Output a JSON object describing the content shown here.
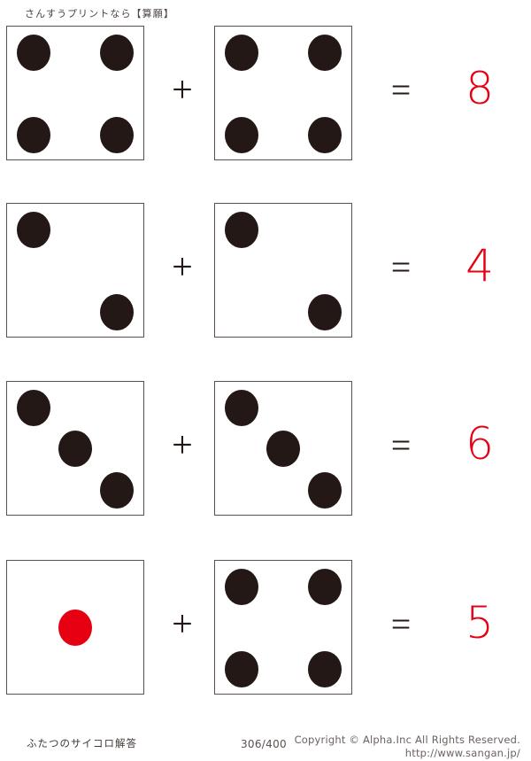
{
  "header": {
    "title": "さんすうプリントなら【算願】"
  },
  "worksheet": {
    "rows": [
      {
        "die_left": {
          "value": 4,
          "pips": [
            "tl",
            "tr",
            "bl",
            "br"
          ],
          "pip_color": "#231815"
        },
        "operator": "+",
        "die_right": {
          "value": 4,
          "pips": [
            "tl",
            "tr",
            "bl",
            "br"
          ],
          "pip_color": "#231815"
        },
        "equals": "=",
        "answer": "8"
      },
      {
        "die_left": {
          "value": 2,
          "pips": [
            "tl",
            "br"
          ],
          "pip_color": "#231815"
        },
        "operator": "+",
        "die_right": {
          "value": 2,
          "pips": [
            "tl",
            "br"
          ],
          "pip_color": "#231815"
        },
        "equals": "=",
        "answer": "4"
      },
      {
        "die_left": {
          "value": 3,
          "pips": [
            "tl",
            "c",
            "br"
          ],
          "pip_color": "#231815"
        },
        "operator": "+",
        "die_right": {
          "value": 3,
          "pips": [
            "tl",
            "c",
            "br"
          ],
          "pip_color": "#231815"
        },
        "equals": "=",
        "answer": "6"
      },
      {
        "die_left": {
          "value": 1,
          "pips": [
            "c"
          ],
          "pip_color": "#e60012"
        },
        "operator": "+",
        "die_right": {
          "value": 4,
          "pips": [
            "tl",
            "tr",
            "bl",
            "br"
          ],
          "pip_color": "#231815"
        },
        "equals": "=",
        "answer": "5"
      }
    ],
    "row_tops": [
      29,
      229,
      430,
      632
    ]
  },
  "footer": {
    "title": "ふたつのサイコロ解答",
    "page_number": "306/400",
    "copyright": "Copyright ©  Alpha.Inc All Rights Reserved.",
    "url": "http://www.sangan.jp/"
  },
  "colors": {
    "answer_red": "#e60012",
    "pip_dark": "#231815",
    "die_border": "#5a504c",
    "page_background": "#ffffff"
  }
}
